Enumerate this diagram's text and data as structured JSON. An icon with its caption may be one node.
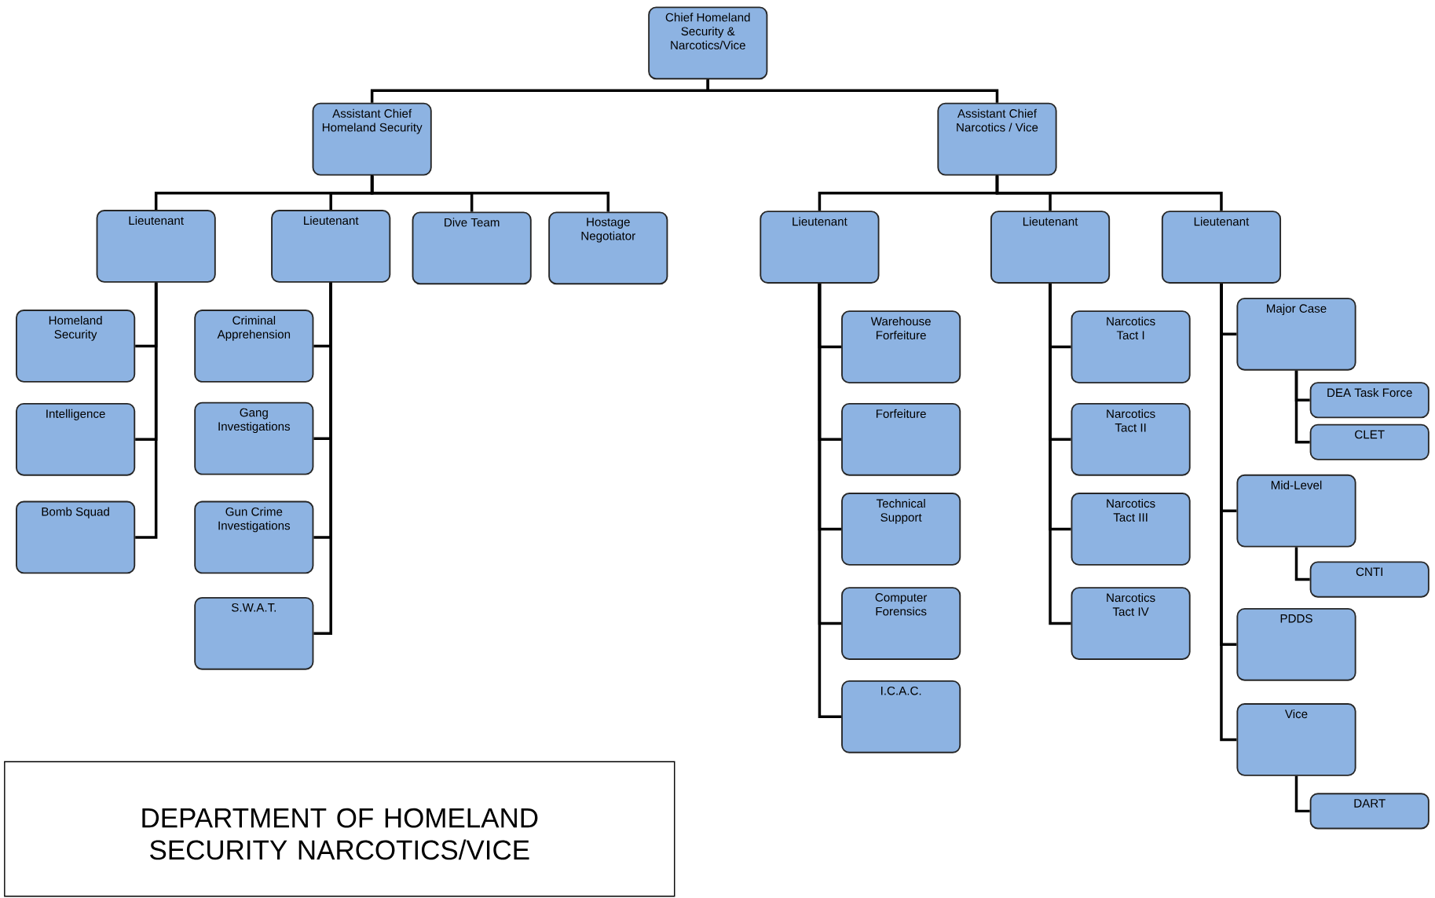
{
  "diagram": {
    "title": "DEPARTMENT OF HOMELAND SECURITY NARCOTICS/VICE",
    "nodes": [
      {
        "text": [
          "Chief Homeland Security & Narcotics/Vice"
        ]
      },
      {
        "text": [
          "Assistant Chief Homeland Security"
        ]
      },
      {
        "text": [
          "Assistant Chief Narcotics / Vice"
        ]
      },
      {
        "text": [
          "Lieutenant"
        ]
      },
      {
        "text": [
          "Lieutenant"
        ]
      },
      {
        "text": [
          "Dive Team"
        ]
      },
      {
        "text": [
          "Hostage Negotiator"
        ]
      },
      {
        "text": [
          "Homeland Security"
        ]
      },
      {
        "text": [
          "Intelligence"
        ]
      },
      {
        "text": [
          "Bomb Squad"
        ]
      },
      {
        "text": [
          "Criminal Apprehension"
        ]
      },
      {
        "text": [
          "Gang Investigations"
        ]
      },
      {
        "text": [
          "Gun Crime Investigations"
        ]
      },
      {
        "text": [
          "S.W.A.T."
        ]
      },
      {
        "text": [
          "Lieutenant"
        ]
      },
      {
        "text": [
          "Lieutenant"
        ]
      },
      {
        "text": [
          "Lieutenant"
        ]
      },
      {
        "text": [
          "Warehouse Forfeiture"
        ]
      },
      {
        "text": [
          "Forfeiture"
        ]
      },
      {
        "text": [
          "Technical Support"
        ]
      },
      {
        "text": [
          "Computer Forensics"
        ]
      },
      {
        "text": [
          "I.C.A.C."
        ]
      },
      {
        "text": [
          "Narcotics Tact I"
        ]
      },
      {
        "text": [
          "Narcotics Tact II"
        ]
      },
      {
        "text": [
          "Narcotics Tact III"
        ]
      },
      {
        "text": [
          "Narcotics Tact IV"
        ]
      },
      {
        "text": [
          "Major Case"
        ]
      },
      {
        "text": [
          "DEA Task Force"
        ]
      },
      {
        "text": [
          "CLET"
        ]
      },
      {
        "text": [
          "Mid-Level"
        ]
      },
      {
        "text": [
          "CNTI"
        ]
      },
      {
        "text": [
          "PDDS"
        ]
      },
      {
        "text": [
          "Vice"
        ]
      },
      {
        "text": [
          "DART"
        ]
      }
    ],
    "edges": [
      {
        "from": 0,
        "to": 1,
        "arrow": "none"
      },
      {
        "from": 0,
        "to": 2,
        "arrow": "none"
      },
      {
        "from": 1,
        "to": 3,
        "arrow": "none"
      },
      {
        "from": 1,
        "to": 4,
        "arrow": "none"
      },
      {
        "from": 1,
        "to": 5,
        "arrow": "none"
      },
      {
        "from": 1,
        "to": 6,
        "arrow": "none"
      },
      {
        "from": 3,
        "to": 7,
        "arrow": "none"
      },
      {
        "from": 3,
        "to": 8,
        "arrow": "none"
      },
      {
        "from": 3,
        "to": 9,
        "arrow": "none"
      },
      {
        "from": 4,
        "to": 10,
        "arrow": "none"
      },
      {
        "from": 4,
        "to": 11,
        "arrow": "none"
      },
      {
        "from": 4,
        "to": 12,
        "arrow": "none"
      },
      {
        "from": 4,
        "to": 13,
        "arrow": "none"
      },
      {
        "from": 2,
        "to": 14,
        "arrow": "none"
      },
      {
        "from": 2,
        "to": 15,
        "arrow": "none"
      },
      {
        "from": 2,
        "to": 16,
        "arrow": "none"
      },
      {
        "from": 14,
        "to": 17,
        "arrow": "none"
      },
      {
        "from": 14,
        "to": 18,
        "arrow": "none"
      },
      {
        "from": 14,
        "to": 19,
        "arrow": "none"
      },
      {
        "from": 14,
        "to": 20,
        "arrow": "none"
      },
      {
        "from": 14,
        "to": 21,
        "arrow": "none"
      },
      {
        "from": 15,
        "to": 22,
        "arrow": "none"
      },
      {
        "from": 15,
        "to": 23,
        "arrow": "none"
      },
      {
        "from": 15,
        "to": 24,
        "arrow": "none"
      },
      {
        "from": 15,
        "to": 25,
        "arrow": "none"
      },
      {
        "from": 16,
        "to": 26,
        "arrow": "none"
      },
      {
        "from": 26,
        "to": 27,
        "arrow": "none"
      },
      {
        "from": 26,
        "to": 28,
        "arrow": "none"
      },
      {
        "from": 16,
        "to": 29,
        "arrow": "none"
      },
      {
        "from": 29,
        "to": 30,
        "arrow": "none"
      },
      {
        "from": 16,
        "to": 31,
        "arrow": "none"
      },
      {
        "from": 16,
        "to": 32,
        "arrow": "none"
      },
      {
        "from": 32,
        "to": 33,
        "arrow": "none"
      }
    ]
  }
}
